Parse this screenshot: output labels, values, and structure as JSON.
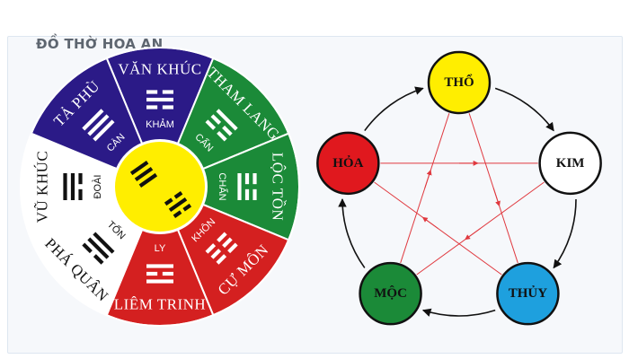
{
  "watermark": "ĐỒ THỜ HOA AN",
  "bagua_wheel": {
    "segments": [
      {
        "id": "van-khuc",
        "star": "VĂN KHÚC",
        "trigram": "KHẢM",
        "color": "#2b1a87"
      },
      {
        "id": "tham-lang",
        "star": "THAM LANG",
        "trigram": "CẤN",
        "color": "#1b8a38"
      },
      {
        "id": "loc-ton",
        "star": "LỘC TỒN",
        "trigram": "CHẤN",
        "color": "#1b8a38"
      },
      {
        "id": "cu-mon",
        "star": "CỰ MÔN",
        "trigram": "KHÔN",
        "color": "#d42020"
      },
      {
        "id": "liem-trinh",
        "star": "LIÊM TRINH",
        "trigram": "LY",
        "color": "#d42020"
      },
      {
        "id": "pha-quan",
        "star": "PHÁ QUÂN",
        "trigram": "TỐN",
        "color": "#ffffff"
      },
      {
        "id": "vu-khuc",
        "star": "VŨ KHÚC",
        "trigram": "ĐOÀI",
        "color": "#ffffff"
      },
      {
        "id": "ta-phu",
        "star": "TẢ PHÙ",
        "trigram": "CÀN",
        "color": "#2b1a87"
      }
    ],
    "center_color": "#ffee00"
  },
  "five_elements": {
    "nodes": [
      {
        "id": "tho",
        "label": "THỔ",
        "color": "#ffee00"
      },
      {
        "id": "kim",
        "label": "KIM",
        "color": "#ffffff"
      },
      {
        "id": "thuy",
        "label": "THỦY",
        "color": "#1ea0de"
      },
      {
        "id": "moc",
        "label": "MỘC",
        "color": "#1b8a38"
      },
      {
        "id": "hoa",
        "label": "HỎA",
        "color": "#e0181e"
      }
    ],
    "generating_cycle": [
      [
        "tho",
        "kim"
      ],
      [
        "kim",
        "thuy"
      ],
      [
        "thuy",
        "moc"
      ],
      [
        "moc",
        "hoa"
      ],
      [
        "hoa",
        "tho"
      ]
    ],
    "controlling_cycle": [
      [
        "tho",
        "thuy"
      ],
      [
        "thuy",
        "hoa"
      ],
      [
        "hoa",
        "kim"
      ],
      [
        "kim",
        "moc"
      ],
      [
        "moc",
        "tho"
      ]
    ],
    "generating_color": "#111111",
    "controlling_color": "#e0393f"
  }
}
